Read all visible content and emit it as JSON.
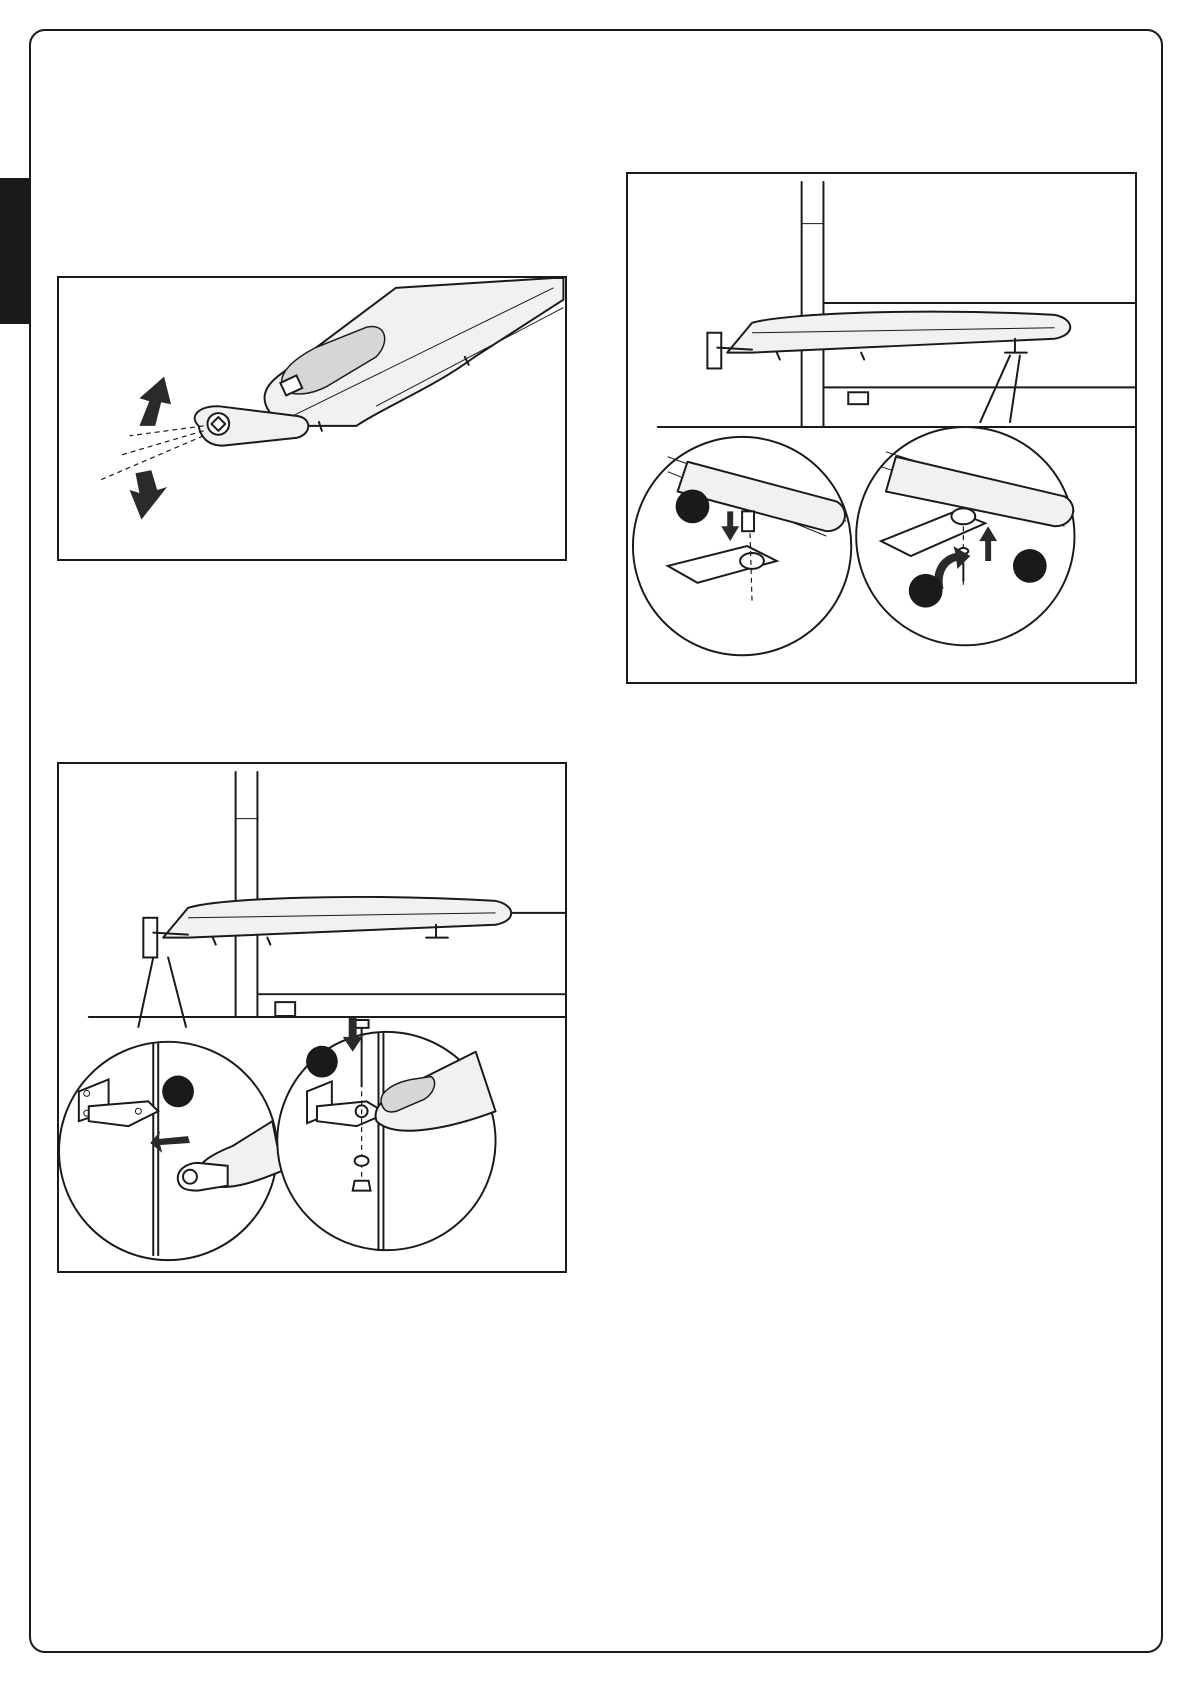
{
  "figures": [
    {
      "id": "fig-a",
      "callouts": []
    },
    {
      "id": "fig-b",
      "callouts": [
        "step-1",
        "step-2"
      ]
    },
    {
      "id": "fig-c",
      "callouts": [
        "step-1",
        "step-2",
        "step-3"
      ]
    }
  ]
}
